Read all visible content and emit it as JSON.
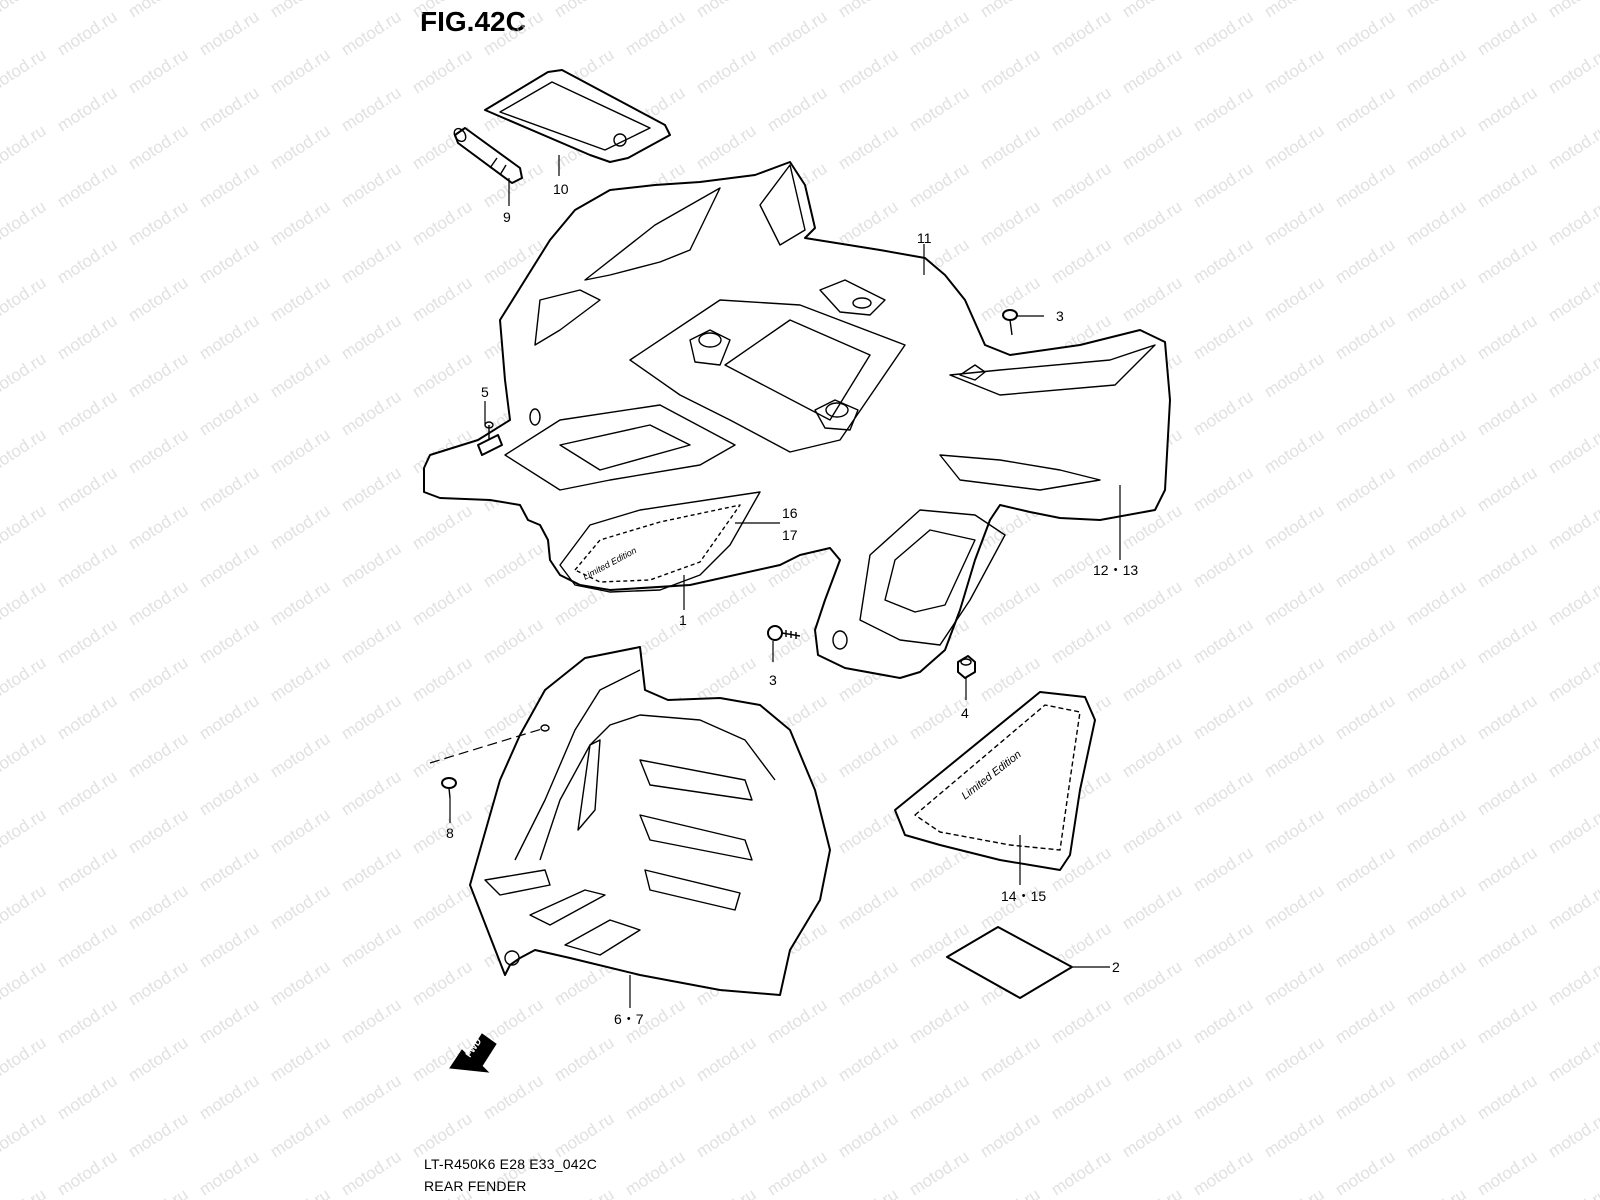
{
  "figure": {
    "title": "FIG.42C",
    "model_code": "LT-R450K6 E28 E33_042C",
    "section_name": "REAR FENDER"
  },
  "watermark": {
    "text": "motod.ru"
  },
  "callouts": {
    "c1": "1",
    "c2": "2",
    "c3a": "3",
    "c3b": "3",
    "c4": "4",
    "c5": "5",
    "c6_7": "6・7",
    "c8": "8",
    "c9": "9",
    "c10": "10",
    "c11": "11",
    "c12_13": "12・13",
    "c14_15": "14・15",
    "c16": "16",
    "c17": "17"
  },
  "direction_marker": {
    "label": "FWD"
  },
  "decals": {
    "limited_edition": "Limited Edition"
  },
  "colors": {
    "line": "#000000",
    "background": "#ffffff",
    "watermark": "#c9c9c9"
  }
}
